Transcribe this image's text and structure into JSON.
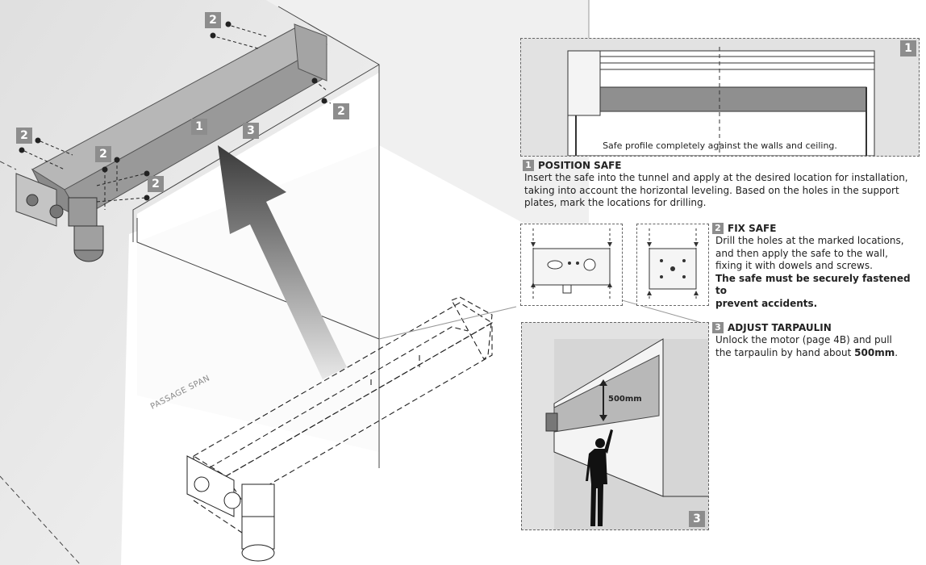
{
  "main_diagram": {
    "badges": [
      "2",
      "2",
      "2",
      "2",
      "2",
      "1",
      "3"
    ],
    "passage_label": "PASSAGE SPAN"
  },
  "panel1": {
    "badge": "1",
    "caption": "Safe profile completely against the walls and ceiling."
  },
  "panel3": {
    "badge": "3",
    "measurement": "500mm"
  },
  "steps": [
    {
      "num": "1",
      "title": "POSITION SAFE",
      "body": "Insert the safe into the tunnel and apply at the desired location for installation, taking into account the horizontal leveling. Based on the holes in the support plates, mark the locations for drilling."
    },
    {
      "num": "2",
      "title": "FIX SAFE",
      "body_line1": "Drill the holes at the marked locations,",
      "body_line2": "and then apply the safe to the wall,",
      "body_line3": "fixing it with dowels and screws.",
      "warning_line1": "The safe must be securely fastened to",
      "warning_line2": "prevent accidents."
    },
    {
      "num": "3",
      "title": "ADJUST TARPAULIN",
      "body_line1": "Unlock the motor (page 4B) and pull",
      "body_line2_prefix": "the tarpaulin by hand about ",
      "body_line2_value": "500mm",
      "body_line2_suffix": "."
    }
  ]
}
